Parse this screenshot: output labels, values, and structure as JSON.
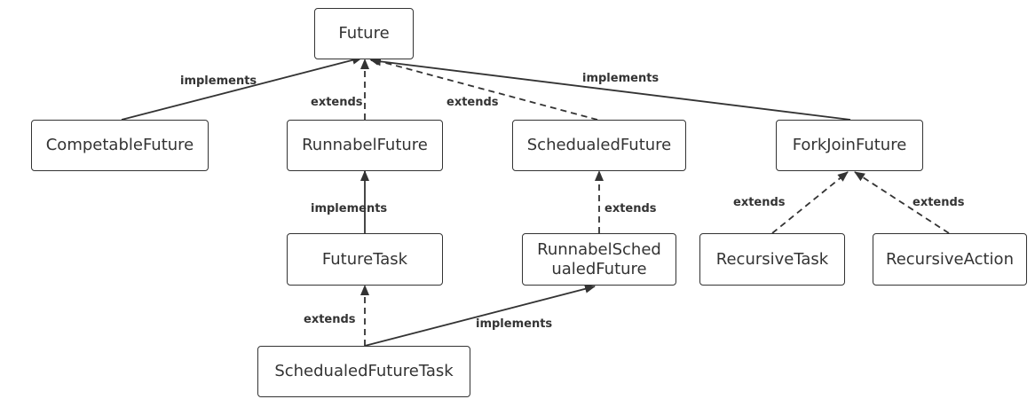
{
  "nodes": {
    "future": "Future",
    "competable_future": "CompetableFuture",
    "runnabel_future": "RunnabelFuture",
    "schedualed_future": "SchedualedFuture",
    "forkjoin_future": "ForkJoinFuture",
    "future_task": "FutureTask",
    "runnabel_schedualed_future": "RunnabelSched\nualedFuture",
    "recursive_task": "RecursiveTask",
    "recursive_action": "RecursiveAction",
    "schedualed_future_task": "SchedualedFutureTask"
  },
  "edges": [
    {
      "id": "competable-future",
      "from": "CompetableFuture",
      "to": "Future",
      "label": "implements",
      "style": "solid"
    },
    {
      "id": "runnabel-future",
      "from": "RunnabelFuture",
      "to": "Future",
      "label": "extends",
      "style": "dashed"
    },
    {
      "id": "schedualed-future",
      "from": "SchedualedFuture",
      "to": "Future",
      "label": "extends",
      "style": "dashed"
    },
    {
      "id": "forkjoin-future",
      "from": "ForkJoinFuture",
      "to": "Future",
      "label": "implements",
      "style": "solid"
    },
    {
      "id": "future-task",
      "from": "FutureTask",
      "to": "RunnabelFuture",
      "label": "implements",
      "style": "solid"
    },
    {
      "id": "runnabel-schedualed-future",
      "from": "RunnabelSchedualedFuture",
      "to": "SchedualedFuture",
      "label": "extends",
      "style": "dashed"
    },
    {
      "id": "recursive-task",
      "from": "RecursiveTask",
      "to": "ForkJoinFuture",
      "label": "extends",
      "style": "dashed"
    },
    {
      "id": "recursive-action",
      "from": "RecursiveAction",
      "to": "ForkJoinFuture",
      "label": "extends",
      "style": "dashed"
    },
    {
      "id": "sft-extends",
      "from": "SchedualedFutureTask",
      "to": "FutureTask",
      "label": "extends",
      "style": "dashed"
    },
    {
      "id": "sft-implements",
      "from": "SchedualedFutureTask",
      "to": "RunnabelSchedualedFuture",
      "label": "implements",
      "style": "solid"
    }
  ]
}
